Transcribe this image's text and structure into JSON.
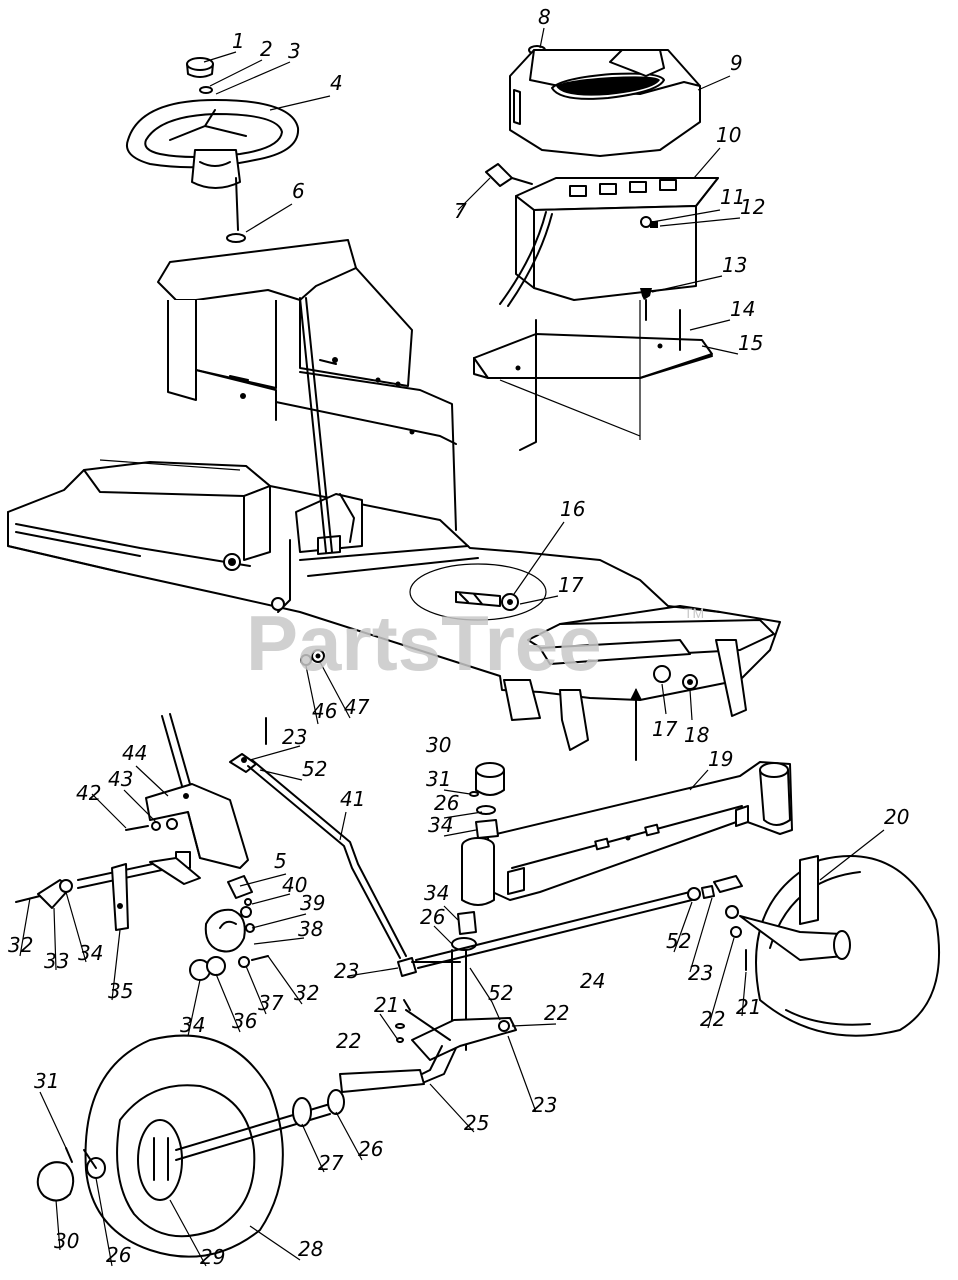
{
  "diagram": {
    "watermark": "PartsTree",
    "watermark_tm": "TM",
    "callouts": [
      "1",
      "2",
      "3",
      "4",
      "5",
      "6",
      "7",
      "8",
      "9",
      "10",
      "11",
      "12",
      "13",
      "14",
      "15",
      "16",
      "17",
      "17",
      "18",
      "19",
      "20",
      "21",
      "21",
      "22",
      "22",
      "22",
      "23",
      "23",
      "23",
      "23",
      "24",
      "25",
      "26",
      "26",
      "26",
      "26",
      "27",
      "28",
      "29",
      "30",
      "30",
      "31",
      "31",
      "32",
      "32",
      "33",
      "34",
      "34",
      "34",
      "34",
      "35",
      "36",
      "37",
      "38",
      "39",
      "40",
      "41",
      "42",
      "43",
      "44",
      "46",
      "47",
      "52",
      "52",
      "52"
    ]
  }
}
